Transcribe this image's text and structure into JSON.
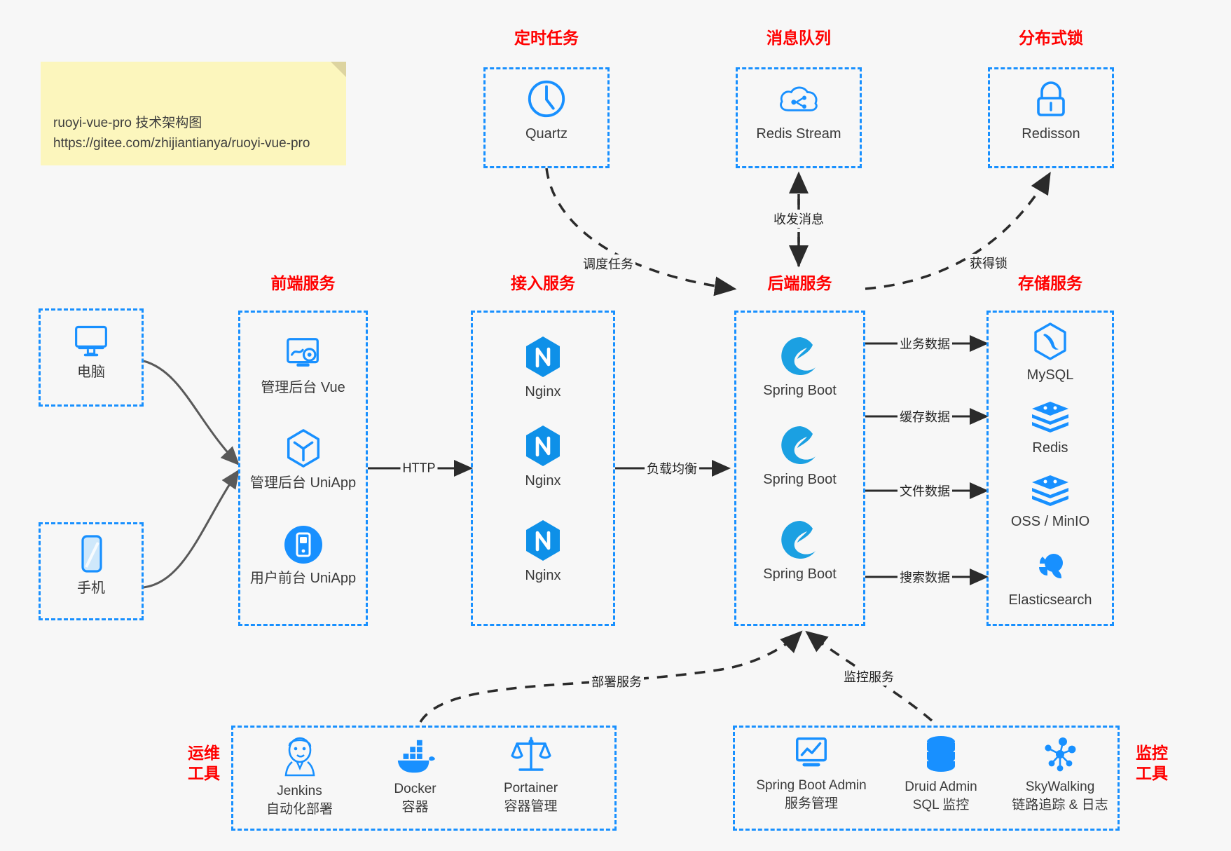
{
  "note": {
    "line1": "ruoyi-vue-pro 技术架构图",
    "line2": "https://gitee.com/zhijiantianya/ruoyi-vue-pro",
    "text": "ruoyi-vue-pro 技术架构图\nhttps://gitee.com/zhijiantianya/ruoyi-vue-pro"
  },
  "colors": {
    "accent_blue": "#1890ff",
    "title_red": "#ff0000",
    "background": "#f7f7f7",
    "note_yellow": "#fcf6bd",
    "text_dark": "#3a3a3a",
    "edge_dark": "#2b2b2b",
    "client_edge_gray": "#595959"
  },
  "groups": {
    "scheduler": {
      "title": "定时任务"
    },
    "mq": {
      "title": "消息队列"
    },
    "lock": {
      "title": "分布式锁"
    },
    "frontend": {
      "title": "前端服务"
    },
    "gateway": {
      "title": "接入服务"
    },
    "backend": {
      "title": "后端服务"
    },
    "storage": {
      "title": "存储服务"
    },
    "devops": {
      "title": "运维\n工具"
    },
    "monitor": {
      "title": "监控\n工具"
    }
  },
  "nodes": {
    "quartz": {
      "label": "Quartz",
      "icon": "clock-icon"
    },
    "redis_stream": {
      "label": "Redis Stream",
      "icon": "cloud-stream-icon"
    },
    "redisson": {
      "label": "Redisson",
      "icon": "lock-icon"
    },
    "pc": {
      "label": "电脑",
      "icon": "desktop-icon"
    },
    "mobile": {
      "label": "手机",
      "icon": "smartphone-icon"
    },
    "admin_vue": {
      "label": "管理后台 Vue",
      "icon": "dashboard-icon"
    },
    "admin_uniapp": {
      "label": "管理后台 UniApp",
      "icon": "uniapp-icon"
    },
    "user_uniapp": {
      "label": "用户前台 UniApp",
      "icon": "mobile-app-icon"
    },
    "nginx1": {
      "label": "Nginx",
      "icon": "nginx-icon"
    },
    "nginx2": {
      "label": "Nginx",
      "icon": "nginx-icon"
    },
    "nginx3": {
      "label": "Nginx",
      "icon": "nginx-icon"
    },
    "springboot1": {
      "label": "Spring Boot",
      "icon": "spring-icon"
    },
    "springboot2": {
      "label": "Spring Boot",
      "icon": "spring-icon"
    },
    "springboot3": {
      "label": "Spring Boot",
      "icon": "spring-icon"
    },
    "mysql": {
      "label": "MySQL",
      "icon": "mysql-icon"
    },
    "redis": {
      "label": "Redis",
      "icon": "redis-icon"
    },
    "oss": {
      "label": "OSS / MinIO",
      "icon": "storage-stack-icon"
    },
    "elasticsearch": {
      "label": "Elasticsearch",
      "icon": "elasticsearch-icon"
    },
    "jenkins": {
      "label": "Jenkins\n自动化部署",
      "icon": "jenkins-icon"
    },
    "docker": {
      "label": "Docker\n容器",
      "icon": "docker-icon"
    },
    "portainer": {
      "label": "Portainer\n容器管理",
      "icon": "scales-icon"
    },
    "sba": {
      "label": "Spring Boot Admin\n服务管理",
      "icon": "monitor-chart-icon"
    },
    "druid": {
      "label": "Druid Admin\nSQL 监控",
      "icon": "database-icon"
    },
    "skywalking": {
      "label": "SkyWalking\n链路追踪 & 日志",
      "icon": "network-nodes-icon"
    }
  },
  "edges": {
    "http": {
      "label": "HTTP"
    },
    "load_balance": {
      "label": "负载均衡"
    },
    "schedule_task": {
      "label": "调度任务"
    },
    "mq_messages": {
      "label": "收发消息"
    },
    "acquire_lock": {
      "label": "获得锁"
    },
    "business_data": {
      "label": "业务数据"
    },
    "cache_data": {
      "label": "缓存数据"
    },
    "file_data": {
      "label": "文件数据"
    },
    "search_data": {
      "label": "搜索数据"
    },
    "deploy_service": {
      "label": "部署服务"
    },
    "monitor_service": {
      "label": "监控服务"
    }
  }
}
